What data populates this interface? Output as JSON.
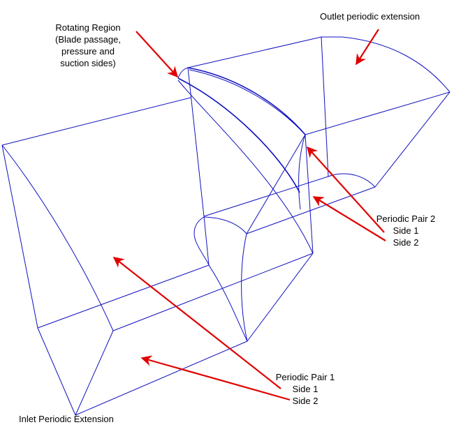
{
  "labels": {
    "rotating_region": [
      "Rotating Region",
      "(Blade passage,",
      "pressure and",
      "suction sides)"
    ],
    "outlet": "Outlet periodic extension",
    "periodic_pair_2": {
      "title": "Periodic Pair 2",
      "side1": "Side 1",
      "side2": "Side 2"
    },
    "periodic_pair_1": {
      "title": "Periodic Pair 1",
      "side1": "Side 1",
      "side2": "Side 2"
    },
    "inlet": "Inlet Periodic Extension"
  },
  "colors": {
    "geometry": "#1010c0",
    "arrows": "#e00000"
  }
}
